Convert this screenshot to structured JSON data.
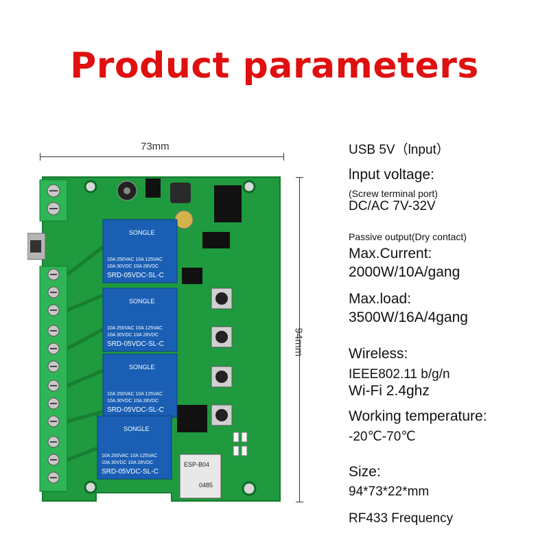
{
  "title": "Product parameters",
  "dimensions": {
    "width_label": "73mm",
    "height_label": "94mm"
  },
  "specs": {
    "usb_input": "USB 5V（lnput）",
    "input_voltage_label": "lnput voltage:",
    "screw_terminal": "(Screw terminal port)",
    "dc_ac": "DC/AC 7V-32V",
    "passive_output": "Passive output(Dry contact)",
    "max_current_label": "Max.Current:",
    "max_current_value": "2000W/10A/gang",
    "max_load_label": "Max.load:",
    "max_load_value": "3500W/16A/4gang",
    "wireless_label": "Wireless:",
    "wifi_standard": "IEEE802.11 b/g/n",
    "wifi_freq": "Wi-Fi 2.4ghz",
    "working_temp_label": "Working temperature:",
    "working_temp_value": "-20℃-70℃",
    "size_label": "Size:",
    "size_value": "94*73*22*mm",
    "rf_freq": "RF433 Frequency"
  },
  "board": {
    "relay_brand": "SONGLE",
    "relay_rating_1": "10A 250VAC  10A 125VAC",
    "relay_rating_2": "10A 30VDC  10A 28VDC",
    "relay_model": "SRD-05VDC-SL-C",
    "wifi_module": "ESP-B04",
    "module_code": "0485"
  },
  "colors": {
    "title": "#e01010",
    "pcb": "#1f9a3e",
    "relay": "#1a5fb4",
    "terminal": "#26a34a"
  }
}
